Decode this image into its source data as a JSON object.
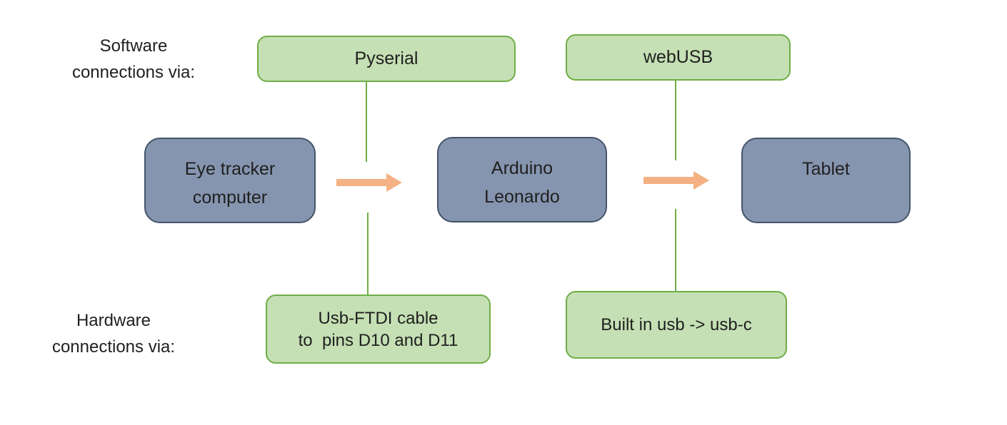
{
  "labels": {
    "software": {
      "line1": "Software",
      "line2": "connections via:"
    },
    "hardware": {
      "line1": "Hardware",
      "line2": "connections via:"
    }
  },
  "software_boxes": {
    "pyserial": {
      "label": "Pyserial"
    },
    "webusb": {
      "label": "webUSB"
    }
  },
  "device_boxes": {
    "eye_tracker": {
      "line1": "Eye tracker",
      "line2": "computer"
    },
    "arduino": {
      "line1": "Arduino",
      "line2": "Leonardo"
    },
    "tablet": {
      "label": "Tablet"
    }
  },
  "hardware_boxes": {
    "ftdi": {
      "line1": "Usb-FTDI cable",
      "line2": "to  pins D10 and D11"
    },
    "builtin_usb": {
      "label": "Built in usb -> usb-c"
    }
  },
  "icons": {
    "flow_arrow_1": "right-arrow",
    "flow_arrow_2": "right-arrow"
  },
  "colors": {
    "software_box_fill": "#C5E0B4",
    "software_box_border": "#70AD47",
    "connector_line": "#70AD47",
    "device_box_fill": "#8695AF",
    "device_box_border": "#44546A",
    "arrow": "#F4B183",
    "text": "#1F1F1F",
    "background": "#FFFFFF"
  }
}
